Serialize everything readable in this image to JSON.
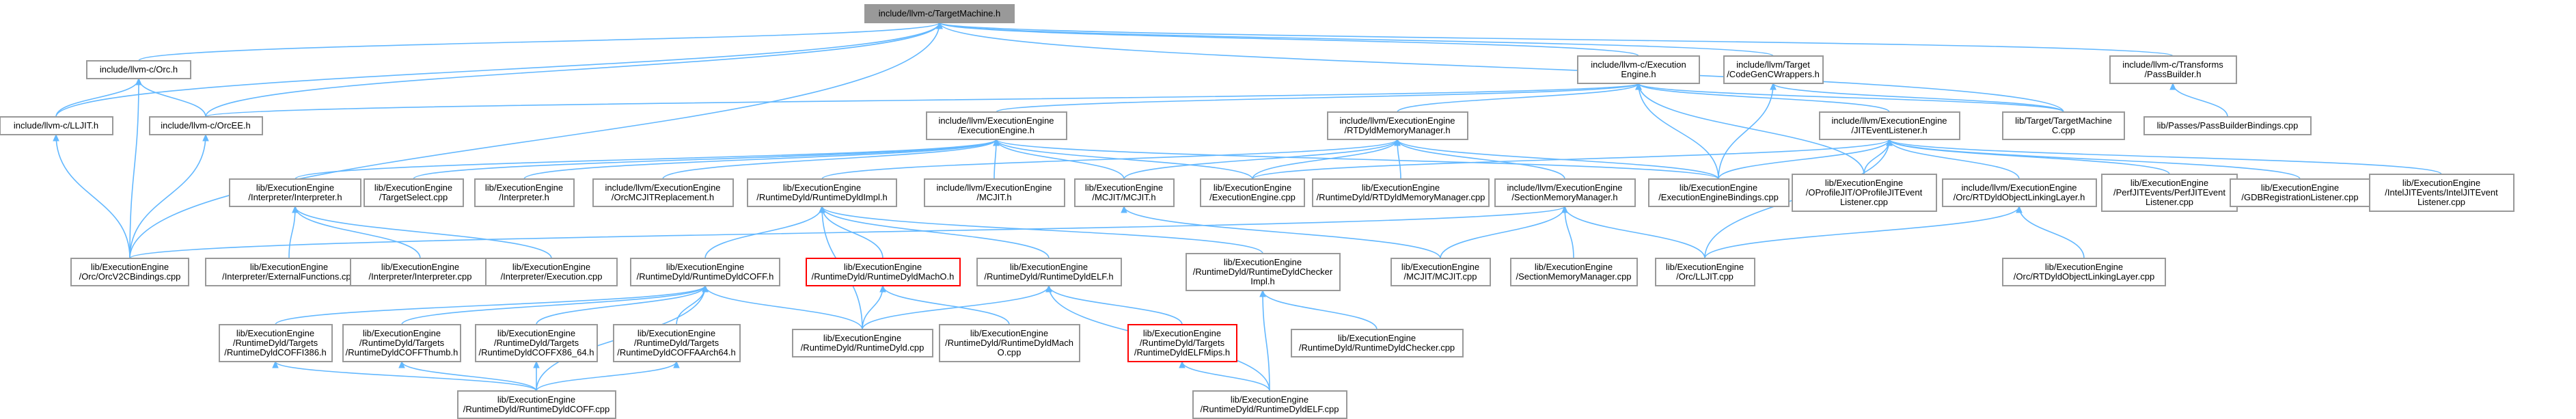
{
  "graph": {
    "accent_edge_color": "#63b8ff",
    "node_border_color": "#999999",
    "root_fill_color": "#999999",
    "missing_node_border_color": "#ff0000",
    "nodes": [
      {
        "id": "root",
        "lines": [
          "include/llvm-c/TargetMachine.h"
        ],
        "style": "root"
      },
      {
        "id": "orc",
        "lines": [
          "include/llvm-c/Orc.h"
        ]
      },
      {
        "id": "lljit",
        "lines": [
          "include/llvm-c/LLJIT.h"
        ]
      },
      {
        "id": "orcee",
        "lines": [
          "include/llvm-c/OrcEE.h"
        ]
      },
      {
        "id": "ee",
        "lines": [
          "include/llvm-c/Execution",
          "Engine.h"
        ]
      },
      {
        "id": "tcw",
        "lines": [
          "include/llvm/Target",
          "/CodeGenCWrappers.h"
        ]
      },
      {
        "id": "pb",
        "lines": [
          "include/llvm-c/Transforms",
          "/PassBuilder.h"
        ]
      },
      {
        "id": "tmc",
        "lines": [
          "lib/Target/TargetMachine",
          "C.cpp"
        ]
      },
      {
        "id": "pbb",
        "lines": [
          "lib/Passes/PassBuilderBindings.cpp"
        ]
      },
      {
        "id": "eeh",
        "lines": [
          "include/llvm/ExecutionEngine",
          "/ExecutionEngine.h"
        ]
      },
      {
        "id": "rtdmm",
        "lines": [
          "include/llvm/ExecutionEngine",
          "/RTDyldMemoryManager.h"
        ]
      },
      {
        "id": "jitel",
        "lines": [
          "include/llvm/ExecutionEngine",
          "/JITEventListener.h"
        ]
      },
      {
        "id": "interp",
        "lines": [
          "lib/ExecutionEngine",
          "/Interpreter/Interpreter.h"
        ]
      },
      {
        "id": "tsel",
        "lines": [
          "lib/ExecutionEngine",
          "/TargetSelect.cpp"
        ]
      },
      {
        "id": "interpcpp",
        "lines": [
          "lib/ExecutionEngine",
          "/Interpreter.h"
        ]
      },
      {
        "id": "orcmcjit",
        "lines": [
          "include/llvm/ExecutionEngine",
          "/OrcMCJITReplacement.h"
        ]
      },
      {
        "id": "rdimpl",
        "lines": [
          "lib/ExecutionEngine",
          "/RuntimeDyld/RuntimeDyldImpl.h"
        ]
      },
      {
        "id": "mcjith",
        "lines": [
          "include/llvm/ExecutionEngine",
          "/MCJIT.h"
        ]
      },
      {
        "id": "mcjitcpp1",
        "lines": [
          "lib/ExecutionEngine",
          "/MCJIT/MCJIT.h"
        ]
      },
      {
        "id": "eecpp",
        "lines": [
          "lib/ExecutionEngine",
          "/ExecutionEngine.cpp"
        ]
      },
      {
        "id": "rtdmmcpp",
        "lines": [
          "lib/ExecutionEngine",
          "/RuntimeDyld/RTDyldMemoryManager.cpp"
        ]
      },
      {
        "id": "smm",
        "lines": [
          "include/llvm/ExecutionEngine",
          "/SectionMemoryManager.h"
        ]
      },
      {
        "id": "eebind",
        "lines": [
          "lib/ExecutionEngine",
          "/ExecutionEngineBindings.cpp"
        ]
      },
      {
        "id": "oprof",
        "lines": [
          "lib/ExecutionEngine",
          "/OProfileJIT/OProfileJITEvent",
          "Listener.cpp"
        ]
      },
      {
        "id": "rtdyldol",
        "lines": [
          "include/llvm/ExecutionEngine",
          "/Orc/RTDyldObjectLinkingLayer.h"
        ]
      },
      {
        "id": "perf",
        "lines": [
          "lib/ExecutionEngine",
          "/PerfJITEvents/PerfJITEvent",
          "Listener.cpp"
        ]
      },
      {
        "id": "gdb",
        "lines": [
          "lib/ExecutionEngine",
          "/GDBRegistrationListener.cpp"
        ]
      },
      {
        "id": "intel",
        "lines": [
          "lib/ExecutionEngine",
          "/IntelJITEvents/IntelJITEvent",
          "Listener.cpp"
        ]
      },
      {
        "id": "orcv2",
        "lines": [
          "lib/ExecutionEngine",
          "/Orc/OrcV2CBindings.cpp"
        ]
      },
      {
        "id": "extfn",
        "lines": [
          "lib/ExecutionEngine",
          "/Interpreter/ExternalFunctions.cpp"
        ]
      },
      {
        "id": "interpi",
        "lines": [
          "lib/ExecutionEngine",
          "/Interpreter/Interpreter.cpp"
        ]
      },
      {
        "id": "interpexec",
        "lines": [
          "lib/ExecutionEngine",
          "/Interpreter/Execution.cpp"
        ]
      },
      {
        "id": "rdcoff",
        "lines": [
          "lib/ExecutionEngine",
          "/RuntimeDyld/RuntimeDyldCOFF.h"
        ]
      },
      {
        "id": "rdmacho",
        "lines": [
          "lib/ExecutionEngine",
          "/RuntimeDyld/RuntimeDyldMachO.h"
        ],
        "style": "red"
      },
      {
        "id": "rdelf",
        "lines": [
          "lib/ExecutionEngine",
          "/RuntimeDyld/RuntimeDyldELF.h"
        ]
      },
      {
        "id": "rdchk",
        "lines": [
          "lib/ExecutionEngine",
          "/RuntimeDyld/RuntimeDyldChecker",
          "Impl.h"
        ]
      },
      {
        "id": "mcjitcpp",
        "lines": [
          "lib/ExecutionEngine",
          "/MCJIT/MCJIT.cpp"
        ]
      },
      {
        "id": "smmcpp",
        "lines": [
          "lib/ExecutionEngine",
          "/SectionMemoryManager.cpp"
        ]
      },
      {
        "id": "orclljit",
        "lines": [
          "lib/ExecutionEngine",
          "/Orc/LLJIT.cpp"
        ]
      },
      {
        "id": "rtdyldolcpp",
        "lines": [
          "lib/ExecutionEngine",
          "/Orc/RTDyldObjectLinkingLayer.cpp"
        ]
      },
      {
        "id": "coff386",
        "lines": [
          "lib/ExecutionEngine",
          "/RuntimeDyld/Targets",
          "/RuntimeDyldCOFFI386.h"
        ]
      },
      {
        "id": "cofftb",
        "lines": [
          "lib/ExecutionEngine",
          "/RuntimeDyld/Targets",
          "/RuntimeDyldCOFFThumb.h"
        ]
      },
      {
        "id": "coffx64",
        "lines": [
          "lib/ExecutionEngine",
          "/RuntimeDyld/Targets",
          "/RuntimeDyldCOFFX86_64.h"
        ]
      },
      {
        "id": "coffa64",
        "lines": [
          "lib/ExecutionEngine",
          "/RuntimeDyld/Targets",
          "/RuntimeDyldCOFFAArch64.h"
        ]
      },
      {
        "id": "rdcpp",
        "lines": [
          "lib/ExecutionEngine",
          "/RuntimeDyld/RuntimeDyld.cpp"
        ]
      },
      {
        "id": "rdmachocpp",
        "lines": [
          "lib/ExecutionEngine",
          "/RuntimeDyld/RuntimeDyldMach",
          "O.cpp"
        ]
      },
      {
        "id": "elfmips",
        "lines": [
          "lib/ExecutionEngine",
          "/RuntimeDyld/Targets",
          "/RuntimeDyldELFMips.h"
        ],
        "style": "red"
      },
      {
        "id": "rdchkcpp",
        "lines": [
          "lib/ExecutionEngine",
          "/RuntimeDyld/RuntimeDyldChecker.cpp"
        ]
      },
      {
        "id": "rdcoffcpp",
        "lines": [
          "lib/ExecutionEngine",
          "/RuntimeDyld/RuntimeDyldCOFF.cpp"
        ]
      },
      {
        "id": "rdelfcpp",
        "lines": [
          "lib/ExecutionEngine",
          "/RuntimeDyld/RuntimeDyldELF.cpp"
        ]
      }
    ],
    "edges": [
      [
        "root",
        "orc"
      ],
      [
        "root",
        "lljit"
      ],
      [
        "root",
        "orcee"
      ],
      [
        "root",
        "ee"
      ],
      [
        "root",
        "tcw"
      ],
      [
        "root",
        "pb"
      ],
      [
        "root",
        "tmc"
      ],
      [
        "root",
        "orcv2"
      ],
      [
        "orc",
        "lljit"
      ],
      [
        "orc",
        "orcee"
      ],
      [
        "orc",
        "orcv2"
      ],
      [
        "lljit",
        "orcv2"
      ],
      [
        "orcee",
        "orcv2"
      ],
      [
        "ee",
        "orcee"
      ],
      [
        "ee",
        "eeh"
      ],
      [
        "ee",
        "rtdmm"
      ],
      [
        "ee",
        "jitel"
      ],
      [
        "ee",
        "eebind"
      ],
      [
        "ee",
        "tmc"
      ],
      [
        "ee",
        "oprof"
      ],
      [
        "tcw",
        "tmc"
      ],
      [
        "tcw",
        "eebind"
      ],
      [
        "pb",
        "pbb"
      ],
      [
        "eeh",
        "interp"
      ],
      [
        "eeh",
        "tsel"
      ],
      [
        "eeh",
        "interpcpp"
      ],
      [
        "eeh",
        "orcmcjit"
      ],
      [
        "eeh",
        "mcjith"
      ],
      [
        "eeh",
        "mcjitcpp1"
      ],
      [
        "eeh",
        "eecpp"
      ],
      [
        "eeh",
        "eebind"
      ],
      [
        "rtdmm",
        "rdimpl"
      ],
      [
        "rtdmm",
        "mcjitcpp1"
      ],
      [
        "rtdmm",
        "eecpp"
      ],
      [
        "rtdmm",
        "rtdmmcpp"
      ],
      [
        "rtdmm",
        "smm"
      ],
      [
        "rtdmm",
        "eebind"
      ],
      [
        "jitel",
        "eecpp"
      ],
      [
        "jitel",
        "eebind"
      ],
      [
        "jitel",
        "oprof"
      ],
      [
        "jitel",
        "rtdyldol"
      ],
      [
        "jitel",
        "perf"
      ],
      [
        "jitel",
        "gdb"
      ],
      [
        "jitel",
        "intel"
      ],
      [
        "jitel",
        "orclljit"
      ],
      [
        "interp",
        "extfn"
      ],
      [
        "interp",
        "interpi"
      ],
      [
        "interp",
        "interpexec"
      ],
      [
        "rdimpl",
        "rdcoff"
      ],
      [
        "rdimpl",
        "rdmacho"
      ],
      [
        "rdimpl",
        "rdelf"
      ],
      [
        "rdimpl",
        "rdchk"
      ],
      [
        "rdimpl",
        "rdcpp"
      ],
      [
        "mcjitcpp1",
        "mcjitcpp"
      ],
      [
        "smm",
        "orcv2"
      ],
      [
        "smm",
        "mcjitcpp"
      ],
      [
        "smm",
        "smmcpp"
      ],
      [
        "smm",
        "orclljit"
      ],
      [
        "rtdyldol",
        "orclljit"
      ],
      [
        "rtdyldol",
        "rtdyldolcpp"
      ],
      [
        "rdcoff",
        "coff386"
      ],
      [
        "rdcoff",
        "cofftb"
      ],
      [
        "rdcoff",
        "coffx64"
      ],
      [
        "rdcoff",
        "coffa64"
      ],
      [
        "rdcoff",
        "rdcpp"
      ],
      [
        "rdcoff",
        "rdcoffcpp"
      ],
      [
        "coff386",
        "rdcoffcpp"
      ],
      [
        "cofftb",
        "rdcoffcpp"
      ],
      [
        "coffx64",
        "rdcoffcpp"
      ],
      [
        "coffa64",
        "rdcoffcpp"
      ],
      [
        "rdmacho",
        "rdcpp"
      ],
      [
        "rdmacho",
        "rdmachocpp"
      ],
      [
        "rdelf",
        "rdcpp"
      ],
      [
        "rdelf",
        "elfmips"
      ],
      [
        "rdelf",
        "rdelfcpp"
      ],
      [
        "elfmips",
        "rdelfcpp"
      ],
      [
        "rdchk",
        "rdchkcpp"
      ],
      [
        "rdchk",
        "rdelfcpp"
      ]
    ]
  }
}
